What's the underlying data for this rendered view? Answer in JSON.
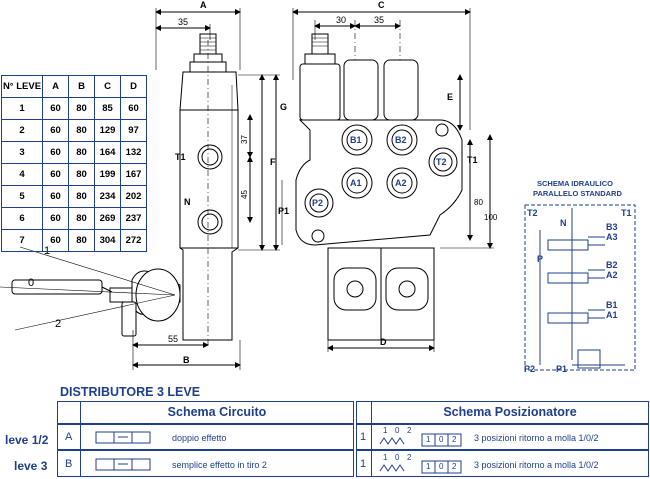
{
  "table": {
    "headers": [
      "N° LEVE",
      "A",
      "B",
      "C",
      "D"
    ],
    "rows": [
      [
        "1",
        "60",
        "80",
        "85",
        "60"
      ],
      [
        "2",
        "60",
        "80",
        "129",
        "97"
      ],
      [
        "3",
        "60",
        "80",
        "164",
        "132"
      ],
      [
        "4",
        "60",
        "80",
        "199",
        "167"
      ],
      [
        "5",
        "60",
        "80",
        "234",
        "202"
      ],
      [
        "6",
        "60",
        "80",
        "269",
        "237"
      ],
      [
        "7",
        "60",
        "80",
        "304",
        "272"
      ]
    ]
  },
  "side_view": {
    "dims": {
      "A": "A",
      "d35": "35",
      "F": "F",
      "d37": "37",
      "d45": "45",
      "G": "G",
      "d55": "55",
      "B": "B"
    },
    "ports": {
      "T1": "T1",
      "N": "N"
    },
    "lever_positions": {
      "p1": "1",
      "p0": "0",
      "p2": "2"
    }
  },
  "front_view": {
    "dims": {
      "C": "C",
      "d30": "30",
      "d35": "35",
      "E": "E",
      "d80": "80",
      "d100": "100",
      "D": "D"
    },
    "ports": {
      "B1": "B1",
      "B2": "B2",
      "A1": "A1",
      "A2": "A2",
      "T2": "T2",
      "T1": "T1",
      "P1": "P1",
      "P2": "P2"
    }
  },
  "schema": {
    "title_line1": "SCHEMA IDRAULICO",
    "title_line2": "PARALLELO STANDARD",
    "labels": {
      "T2": "T2",
      "T1": "T1",
      "N": "N",
      "P": "P",
      "B3": "B3",
      "A3": "A3",
      "B2": "B2",
      "A2": "A2",
      "B1": "B1",
      "A1": "A1",
      "P2": "P2",
      "P1": "P1"
    }
  },
  "distributor": {
    "title": "DISTRIBUTORE 3 LEVE",
    "header_circuit": "Schema Circuito",
    "header_positioner": "Schema Posizionatore",
    "rows": [
      {
        "levers": "leve 1/2",
        "letter": "A",
        "circuit": "doppio effetto",
        "num": "1",
        "positions": [
          "1",
          "0",
          "2"
        ],
        "description": "3 posizioni ritorno a molla 1/0/2"
      },
      {
        "levers": "leve 3",
        "letter": "B",
        "circuit": "semplice effetto in tiro 2",
        "num": "1",
        "positions": [
          "1",
          "0",
          "2"
        ],
        "description": "3 posizioni ritorno a molla 1/0/2"
      }
    ]
  },
  "colors": {
    "line": "#000000",
    "accent": "#1f3f8c",
    "fill": "#ffffff"
  }
}
